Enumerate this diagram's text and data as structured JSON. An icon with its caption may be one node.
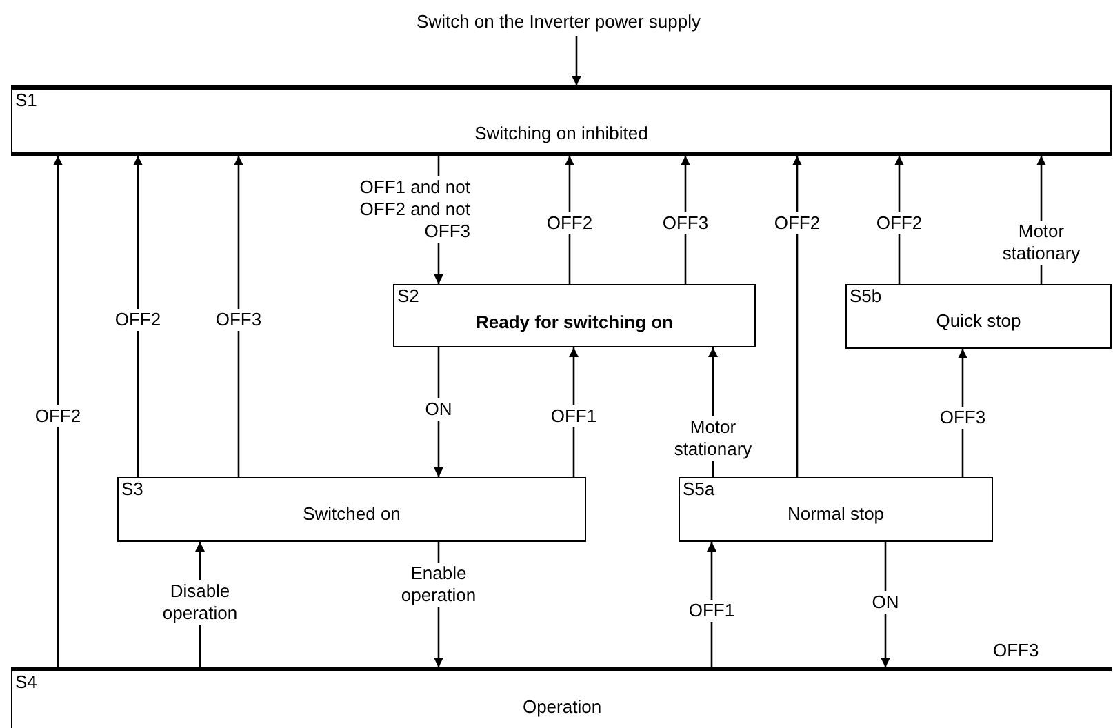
{
  "diagram": {
    "nodes": [
      {
        "text": [
          "Switch on the Inverter power supply"
        ]
      },
      {
        "text": [
          "S1",
          "Switching on inhibited"
        ]
      },
      {
        "text": [
          "S2",
          "Ready for switching on"
        ]
      },
      {
        "text": [
          "S3",
          "Switched on"
        ]
      },
      {
        "text": [
          "S5a",
          "Normal stop"
        ]
      },
      {
        "text": [
          "S5b",
          "Quick stop"
        ]
      },
      {
        "text": [
          "S4",
          "Operation"
        ]
      }
    ],
    "edges": [
      {
        "from": 0,
        "to": 1,
        "arrow": "to"
      },
      {
        "from": 6,
        "to": 1,
        "arrow": "to",
        "label": "OFF2"
      },
      {
        "from": 3,
        "to": 1,
        "arrow": "to",
        "label": "OFF2"
      },
      {
        "from": 3,
        "to": 1,
        "arrow": "to",
        "label": "OFF3"
      },
      {
        "from": 1,
        "to": 2,
        "arrow": "to",
        "label": "OFF1 and not OFF2 and not OFF3"
      },
      {
        "from": 2,
        "to": 1,
        "arrow": "to",
        "label": "OFF2"
      },
      {
        "from": 2,
        "to": 1,
        "arrow": "to",
        "label": "OFF3"
      },
      {
        "from": 4,
        "to": 1,
        "arrow": "to",
        "label": "OFF2"
      },
      {
        "from": 5,
        "to": 1,
        "arrow": "to",
        "label": "OFF2"
      },
      {
        "from": 5,
        "to": 1,
        "arrow": "to",
        "label": "Motor stationary"
      },
      {
        "from": 2,
        "to": 3,
        "arrow": "to",
        "label": "ON"
      },
      {
        "from": 3,
        "to": 2,
        "arrow": "to",
        "label": "OFF1"
      },
      {
        "from": 4,
        "to": 2,
        "arrow": "to",
        "label": "Motor stationary"
      },
      {
        "from": 4,
        "to": 5,
        "arrow": "to",
        "label": "OFF3"
      },
      {
        "from": 6,
        "to": 3,
        "arrow": "to",
        "label": "Disable operation"
      },
      {
        "from": 3,
        "to": 6,
        "arrow": "to",
        "label": "Enable operation"
      },
      {
        "from": 6,
        "to": 4,
        "arrow": "to",
        "label": "OFF1"
      },
      {
        "from": 4,
        "to": 6,
        "arrow": "to",
        "label": "ON"
      }
    ],
    "labels": [
      "OFF3"
    ]
  }
}
